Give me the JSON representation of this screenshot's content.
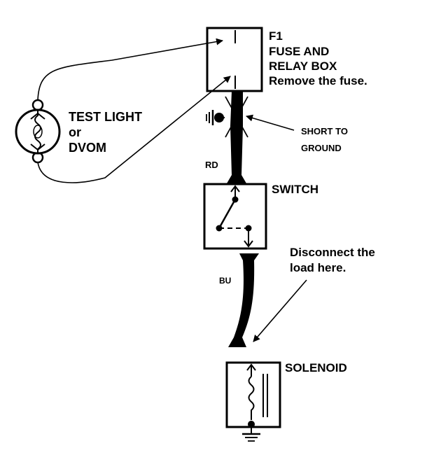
{
  "fuse_box": {
    "id": "F1",
    "line1": "FUSE AND",
    "line2": "RELAY BOX",
    "line3": "Remove the fuse."
  },
  "test_light": {
    "line1": "TEST LIGHT",
    "line2": "or",
    "line3": "DVOM"
  },
  "short": {
    "line1": "SHORT TO",
    "line2": "GROUND"
  },
  "wire_upper": "RD",
  "switch_label": "SWITCH",
  "disconnect": {
    "line1": "Disconnect the",
    "line2": "load here."
  },
  "wire_lower": "BU",
  "solenoid_label": "SOLENOID"
}
